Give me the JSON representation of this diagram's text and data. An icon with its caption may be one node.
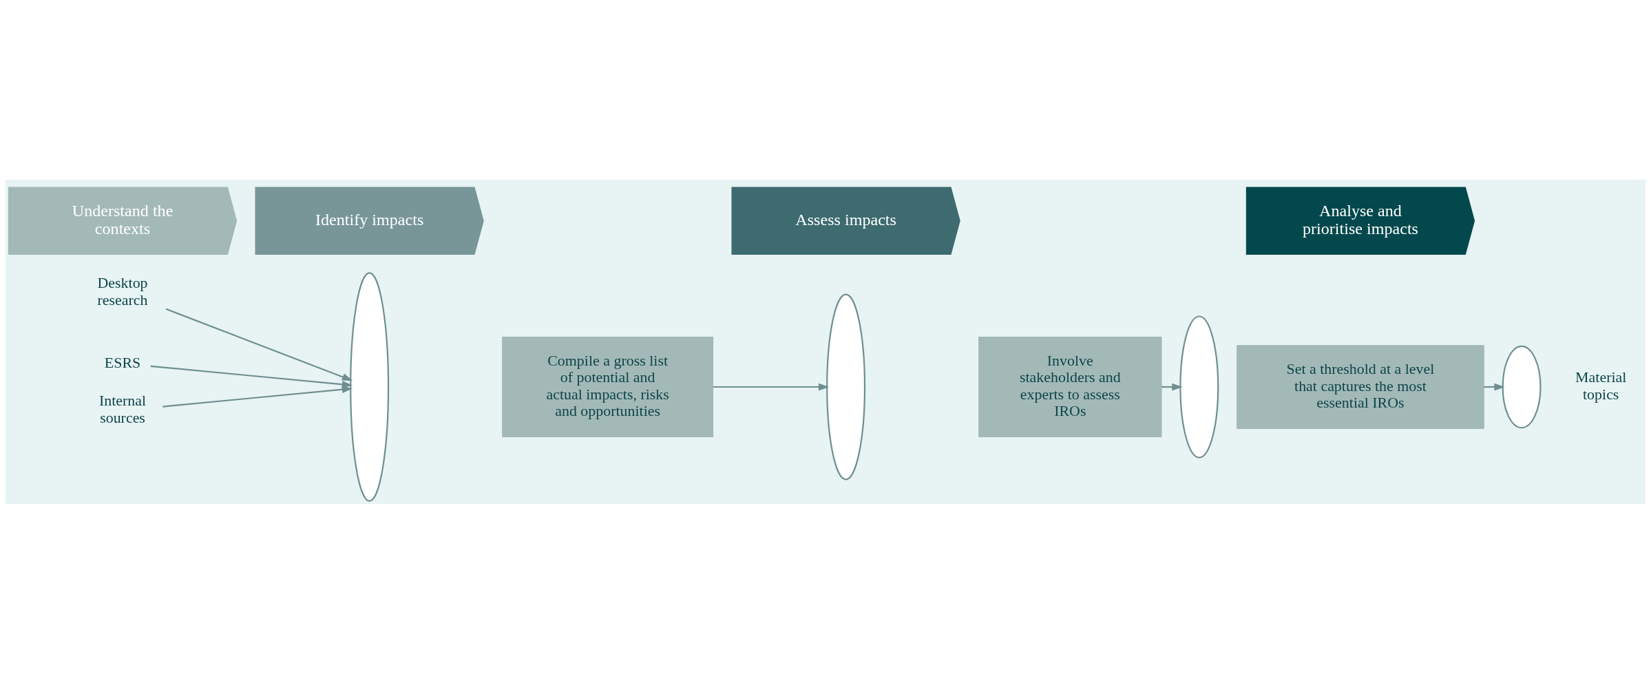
{
  "diagram": {
    "nodes": [
      {
        "text": [
          "Understand the contexts"
        ]
      },
      {
        "text": [
          "Identify impacts"
        ]
      },
      {
        "text": [
          "Assess impacts"
        ]
      },
      {
        "text": [
          "Analyse and prioritise impacts"
        ]
      },
      {
        "text": [
          "Desktop research"
        ]
      },
      {
        "text": [
          "ESRS"
        ]
      },
      {
        "text": [
          "Internal sources"
        ]
      },
      {
        "text": [],
        "shape": "ellipse"
      },
      {
        "text": [
          "Compile a gross list of potential and actual impacts, risks and opportunities"
        ]
      },
      {
        "text": [],
        "shape": "ellipse"
      },
      {
        "text": [
          "Involve stakeholders and experts to assess IROs"
        ]
      },
      {
        "text": [],
        "shape": "ellipse"
      },
      {
        "text": [
          "Set a threshold at a level that captures the most essential IROs"
        ]
      },
      {
        "text": [],
        "shape": "ellipse"
      },
      {
        "text": [
          "Material topics"
        ]
      }
    ],
    "edges": [
      {
        "from": 4,
        "to": 7,
        "arrow": "to"
      },
      {
        "from": 5,
        "to": 7,
        "arrow": "to"
      },
      {
        "from": 6,
        "to": 7,
        "arrow": "to"
      },
      {
        "from": 8,
        "to": 9,
        "arrow": "to"
      },
      {
        "from": 10,
        "to": 11,
        "arrow": "to"
      },
      {
        "from": 12,
        "to": 13,
        "arrow": "to"
      }
    ]
  }
}
